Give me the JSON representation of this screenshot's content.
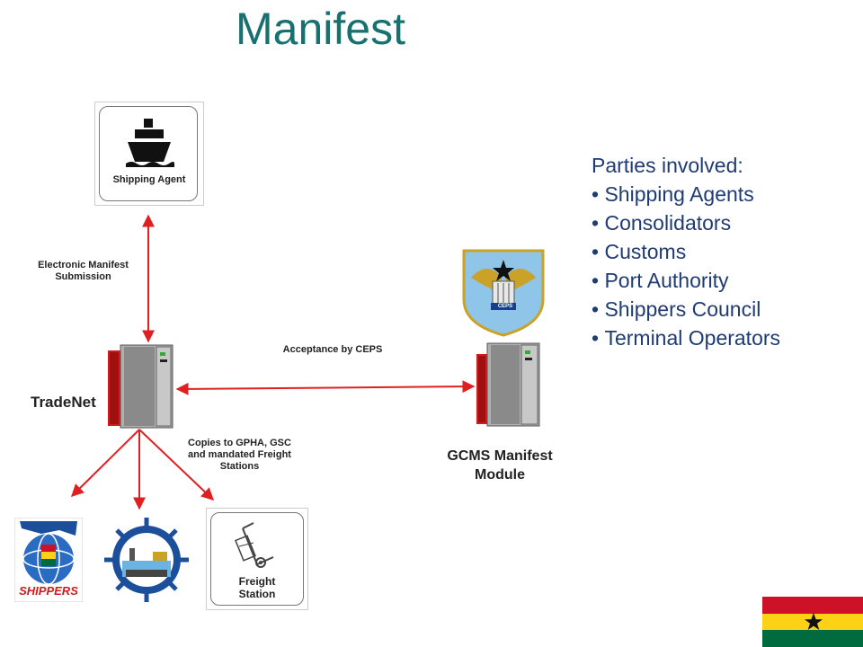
{
  "title": "Manifest",
  "parties": {
    "heading": "Parties involved:",
    "items": [
      "Shipping Agents",
      "Consolidators",
      "Customs",
      "Port Authority",
      "Shippers Council",
      "Terminal Operators"
    ]
  },
  "nodes": {
    "shipping_agent": "Shipping Agent",
    "tradenet": "TradeNet",
    "gcms_line1": "GCMS Manifest",
    "gcms_line2": "Module",
    "freight_line1": "Freight",
    "freight_line2": "Station",
    "shippers_logo": "SHIPPERS",
    "ceps_logo": "CEPS"
  },
  "edges": {
    "electronic_line1": "Electronic Manifest",
    "electronic_line2": "Submission",
    "acceptance": "Acceptance by CEPS",
    "copies_line1": "Copies to GPHA, GSC",
    "copies_line2": "and mandated Freight",
    "copies_line3": "Stations"
  },
  "colors": {
    "title": "#17716f",
    "arrow": "#e02020",
    "parties_text": "#1f3b73",
    "flag_red": "#ce1126",
    "flag_gold": "#fcd116",
    "flag_green": "#006b3f"
  }
}
